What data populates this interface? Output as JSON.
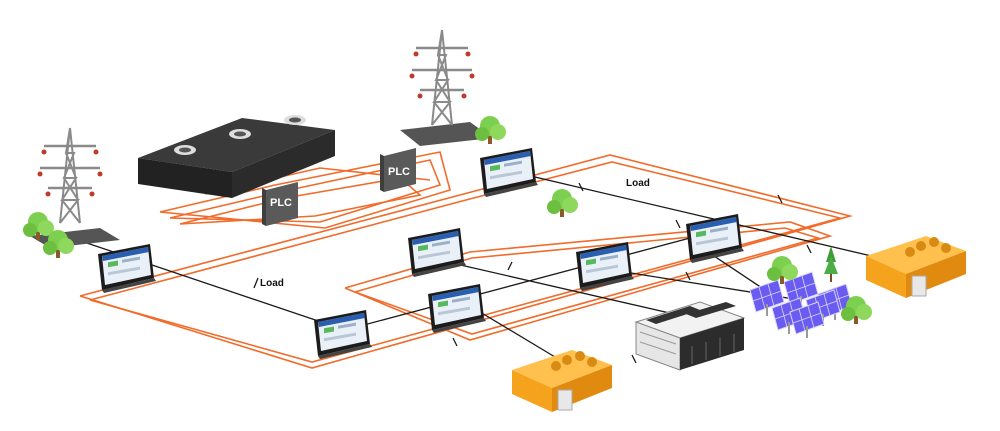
{
  "labels": {
    "plc_1": "PLC",
    "plc_2": "PLC",
    "load_1": "Load",
    "load_2": "Load"
  },
  "colors": {
    "comm_line": "#f26b2a",
    "power_line": "#1a1a1a",
    "panel_frame": "#1c1c1c",
    "screen_bg": "#eaf0f7",
    "screen_header": "#2a5fb0",
    "generator": "#f5a21c",
    "solar": "#6a5cf0",
    "tree": "#7ccf4f",
    "plc_body": "#5a5a5a",
    "datacenter": "#2b2b2b"
  },
  "icons": [
    "transmission-tower-icon",
    "tree-icon",
    "plc-controller-icon",
    "hmi-panel-icon",
    "generator-icon",
    "battery-storage-icon",
    "solar-panel-icon",
    "datacenter-icon"
  ]
}
